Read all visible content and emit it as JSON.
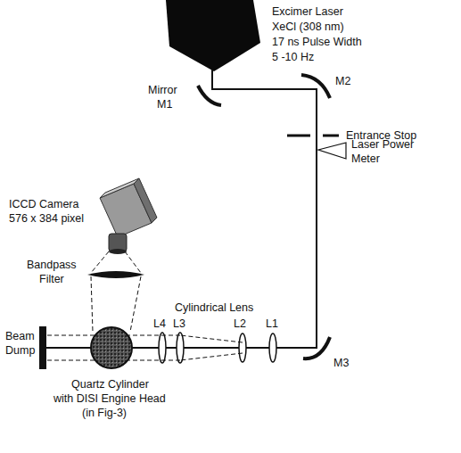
{
  "diagram": {
    "labels": [
      "Excimer Laser",
      "XeCl (308 nm)",
      "17 ns Pulse Width",
      "5 -10 Hz",
      "Mirror",
      "M1",
      "M2",
      "Entrance Stop",
      "Laser Power",
      "Meter",
      "ICCD Camera",
      "576 x 384 pixel",
      "Bandpass",
      "Filter",
      "Cylindrical Lens",
      "L4",
      "L3",
      "L2",
      "L1",
      "M3",
      "Beam",
      "Dump",
      "Quartz Cylinder",
      "with DISI Engine Head",
      "(in Fig-3)"
    ]
  }
}
